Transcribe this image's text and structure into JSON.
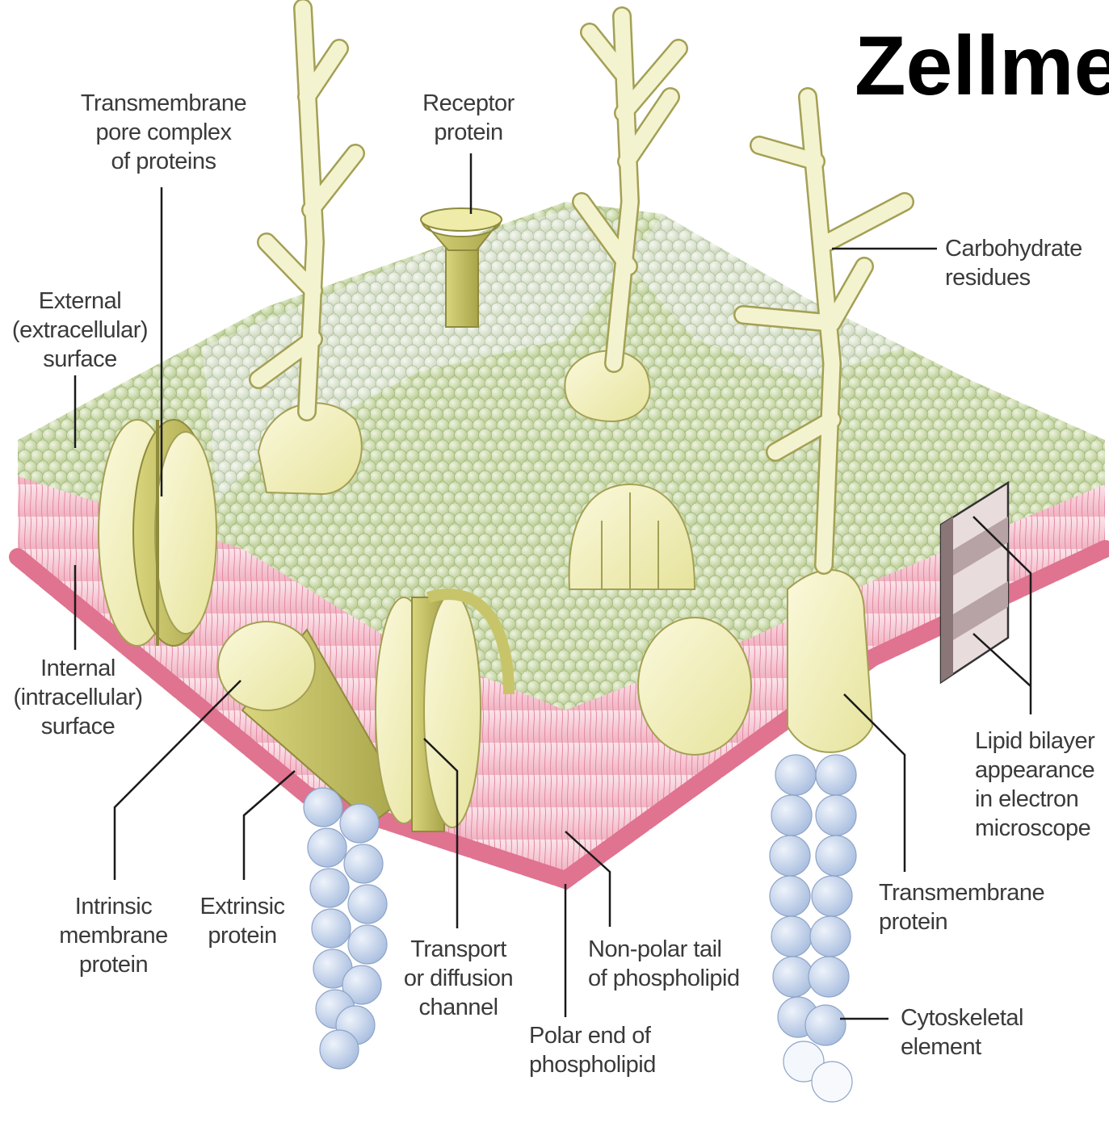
{
  "title": "Zellme",
  "labels": {
    "transmembrane_pore": "Transmembrane\npore complex\nof proteins",
    "receptor_protein": "Receptor\nprotein",
    "carbohydrate_residues": "Carbohydrate\nresidues",
    "external_surface": "External\n(extracellular)\nsurface",
    "internal_surface": "Internal\n(intracellular)\nsurface",
    "lipid_bilayer": "Lipid bilayer\nappearance\nin electron\nmicroscope",
    "intrinsic_protein": "Intrinsic\nmembrane\nprotein",
    "extrinsic_protein": "Extrinsic\nprotein",
    "transport_channel": "Transport\nor diffusion\nchannel",
    "nonpolar_tail": "Non-polar tail\nof phospholipid",
    "polar_end": "Polar end of\nphospholipid",
    "transmembrane_protein": "Transmembrane\nprotein",
    "cytoskeletal_element": "Cytoskeletal\nelement"
  },
  "colors": {
    "head_green": "#c9d9a6",
    "head_light": "#dfe8d2",
    "tail_pink": "#e7819c",
    "protein_cream": "#f6f3c4",
    "protein_olive": "#c8c46a",
    "cytoskeleton_blue": "#c3d3ea",
    "leader": "#1a1a1a"
  }
}
